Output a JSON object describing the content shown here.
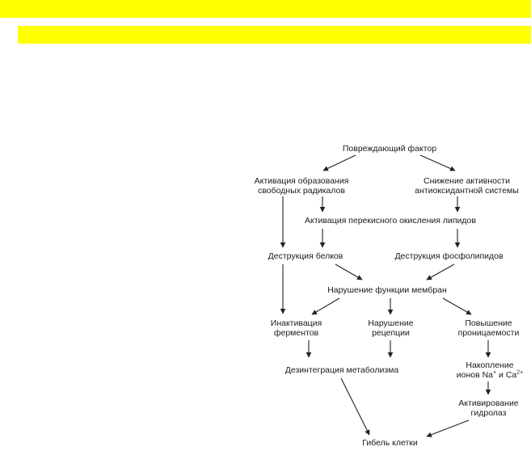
{
  "nodes": {
    "damaging_factor": "Повреждающий фактор",
    "activation_radicals": [
      "Активация образования",
      "свободных радикалов"
    ],
    "reduced_antioxidant": [
      "Снижение активности",
      "антиоксидантной системы"
    ],
    "lipid_peroxidation": "Активация перекисного окисления липидов",
    "protein_destruction": "Деструкция белков",
    "phospholipid_destruction": "Деструкция фосфолипидов",
    "membrane_dysfunction": "Нарушение функции мембран",
    "enzyme_inactivation": [
      "Инактивация",
      "ферментов"
    ],
    "reception_disorder": [
      "Нарушение",
      "рецепции"
    ],
    "permeability_increase": [
      "Повышение",
      "проницаемости"
    ],
    "ion_accumulation_line1": "Накопление",
    "ion_accumulation_prefix": "ионов Na",
    "ion_na_charge": "+",
    "ion_and": " и Ca",
    "ion_ca_charge": "2+",
    "metabolism_disintegration": "Дезинтеграция метаболизма",
    "hydrolase_activation": [
      "Активирование",
      "гидролаз"
    ],
    "cell_death": "Гибель клетки"
  },
  "colors": {
    "highlight": "#ffff00",
    "arrow": "#222222",
    "text": "#1a1a1a"
  }
}
